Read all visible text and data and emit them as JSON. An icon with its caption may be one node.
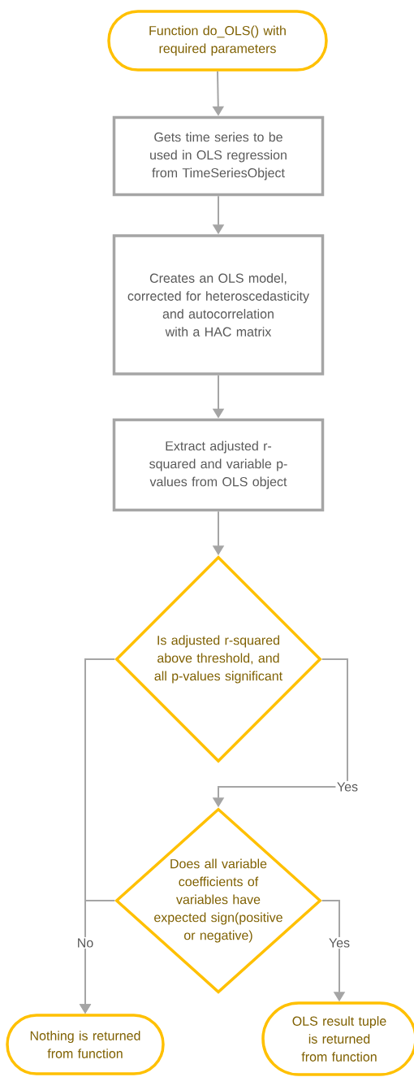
{
  "diagram": {
    "nodes": [
      {
        "text": [
          "Function do_OLS() with required parameters"
        ]
      },
      {
        "text": [
          "Gets time series to be used in OLS regression from TimeSeriesObject"
        ]
      },
      {
        "text": [
          "Creates an OLS model, corrected for heteroscedasticity and autocorrelation with a HAC matrix"
        ]
      },
      {
        "text": [
          "Extract adjusted r-squared and variable p-values from OLS object"
        ]
      },
      {
        "text": [
          "Is adjusted r-squared above threshold, and all p-values significant"
        ]
      },
      {
        "text": [
          "Does all variable coefficients of variables have expected sign(positive or negative)"
        ]
      },
      {
        "text": [
          "Nothing is returned from function"
        ]
      },
      {
        "text": [
          "OLS result tuple is returned from function"
        ]
      }
    ],
    "edges": [
      {
        "from": 0,
        "to": 1,
        "arrow": "to"
      },
      {
        "from": 1,
        "to": 2,
        "arrow": "to"
      },
      {
        "from": 2,
        "to": 3,
        "arrow": "to"
      },
      {
        "from": 3,
        "to": 4,
        "arrow": "to"
      },
      {
        "from": 4,
        "to": 5,
        "arrow": "to",
        "label": "Yes"
      },
      {
        "from": 4,
        "to": 6,
        "arrow": "to"
      },
      {
        "from": 5,
        "to": 6,
        "arrow": "to",
        "label": "No"
      },
      {
        "from": 5,
        "to": 7,
        "arrow": "to",
        "label": "Yes"
      }
    ]
  }
}
